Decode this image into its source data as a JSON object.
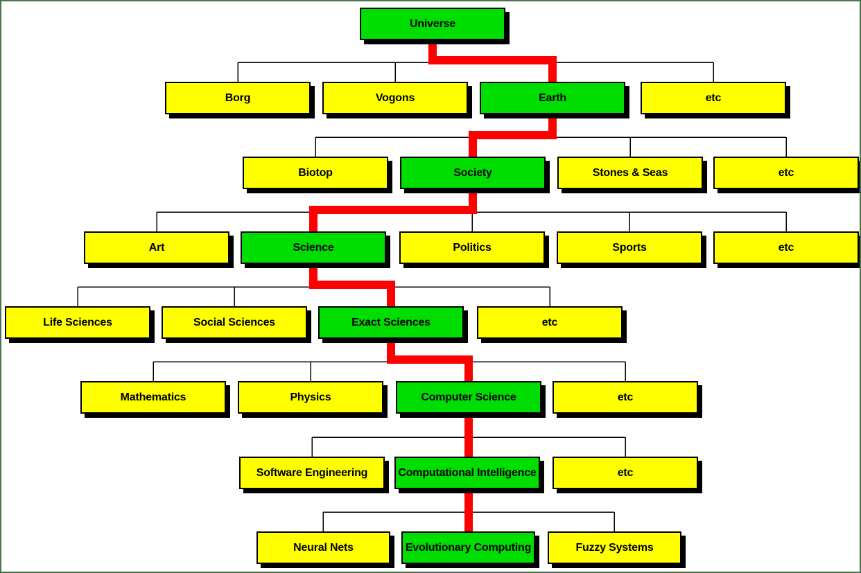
{
  "diagram": {
    "type": "tree",
    "description": "Taxonomy tree from Universe down to Evolutionary Computing with a highlighted lineage path",
    "colors": {
      "node_fill": "#ffff00",
      "highlighted_node_fill": "#00dd00",
      "node_border": "#000000",
      "node_shadow": "#000000",
      "connector_line": "#000000",
      "highlight_path_line": "#ff0000",
      "frame_border": "#4a7350",
      "background": "#ffffff",
      "text": "#000000"
    },
    "highlighted_path": [
      "Universe",
      "Earth",
      "Society",
      "Science",
      "Exact Sciences",
      "Computer Science",
      "Computational Intelligence",
      "Evolutionary Computing"
    ],
    "levels": [
      {
        "parent": "Universe",
        "children": [
          "Borg",
          "Vogons",
          "Earth",
          "etc"
        ]
      },
      {
        "parent": "Earth",
        "children": [
          "Biotop",
          "Society",
          "Stones & Seas",
          "etc"
        ]
      },
      {
        "parent": "Society",
        "children": [
          "Art",
          "Science",
          "Politics",
          "Sports",
          "etc"
        ]
      },
      {
        "parent": "Science",
        "children": [
          "Life Sciences",
          "Social Sciences",
          "Exact Sciences",
          "etc"
        ]
      },
      {
        "parent": "Exact Sciences",
        "children": [
          "Mathematics",
          "Physics",
          "Computer Science",
          "etc"
        ]
      },
      {
        "parent": "Computer Science",
        "children": [
          "Software Engineering",
          "Computational Intelligence",
          "etc"
        ]
      },
      {
        "parent": "Computational Intelligence",
        "children": [
          "Neural Nets",
          "Evolutionary Computing",
          "Fuzzy Systems"
        ]
      }
    ],
    "nodes": [
      {
        "label": "Universe",
        "highlighted": true
      },
      {
        "label": "Borg",
        "highlighted": false
      },
      {
        "label": "Vogons",
        "highlighted": false
      },
      {
        "label": "Earth",
        "highlighted": true
      },
      {
        "label": "etc",
        "highlighted": false
      },
      {
        "label": "Biotop",
        "highlighted": false
      },
      {
        "label": "Society",
        "highlighted": true
      },
      {
        "label": "Stones & Seas",
        "highlighted": false
      },
      {
        "label": "etc",
        "highlighted": false
      },
      {
        "label": "Art",
        "highlighted": false
      },
      {
        "label": "Science",
        "highlighted": true
      },
      {
        "label": "Politics",
        "highlighted": false
      },
      {
        "label": "Sports",
        "highlighted": false
      },
      {
        "label": "etc",
        "highlighted": false
      },
      {
        "label": "Life Sciences",
        "highlighted": false
      },
      {
        "label": "Social Sciences",
        "highlighted": false
      },
      {
        "label": "Exact Sciences",
        "highlighted": true
      },
      {
        "label": "etc",
        "highlighted": false
      },
      {
        "label": "Mathematics",
        "highlighted": false
      },
      {
        "label": "Physics",
        "highlighted": false
      },
      {
        "label": "Computer Science",
        "highlighted": true
      },
      {
        "label": "etc",
        "highlighted": false
      },
      {
        "label": "Software Engineering",
        "highlighted": false
      },
      {
        "label": "Computational Intelligence",
        "highlighted": true
      },
      {
        "label": "etc",
        "highlighted": false
      },
      {
        "label": "Neural Nets",
        "highlighted": false
      },
      {
        "label": "Evolutionary Computing",
        "highlighted": true
      },
      {
        "label": "Fuzzy Systems",
        "highlighted": false
      }
    ]
  }
}
